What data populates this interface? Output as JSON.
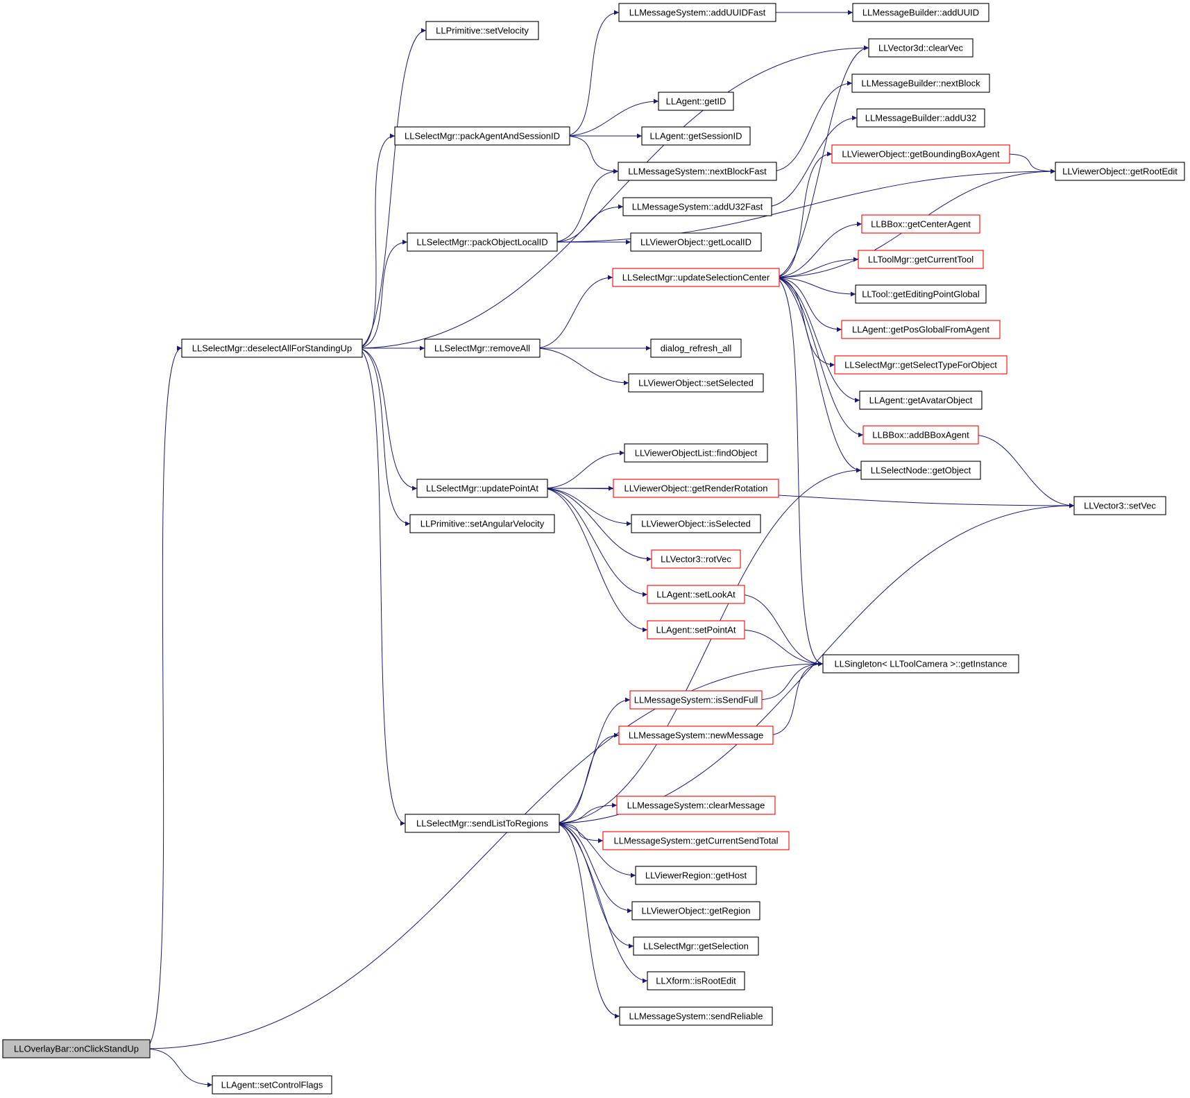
{
  "colors": {
    "edge": "#191970",
    "node_border": "#000000",
    "partial_border": "#ff0000",
    "root_fill": "#bfbfbf",
    "node_fill": "#ffffff"
  },
  "nodes": [
    {
      "id": "onClickStandUp",
      "label": "LLOverlayBar::onClickStandUp",
      "kind": "root"
    },
    {
      "id": "setControlFlags",
      "label": "LLAgent::setControlFlags",
      "kind": "normal"
    },
    {
      "id": "deselectAll",
      "label": "LLSelectMgr::deselectAllForStandingUp",
      "kind": "normal"
    },
    {
      "id": "setVelocity",
      "label": "LLPrimitive::setVelocity",
      "kind": "normal"
    },
    {
      "id": "packAgent",
      "label": "LLSelectMgr::packAgentAndSessionID",
      "kind": "normal"
    },
    {
      "id": "packObject",
      "label": "LLSelectMgr::packObjectLocalID",
      "kind": "normal"
    },
    {
      "id": "removeAll",
      "label": "LLSelectMgr::removeAll",
      "kind": "normal"
    },
    {
      "id": "updatePointAt",
      "label": "LLSelectMgr::updatePointAt",
      "kind": "normal"
    },
    {
      "id": "setAngularVelocity",
      "label": "LLPrimitive::setAngularVelocity",
      "kind": "normal"
    },
    {
      "id": "sendList",
      "label": "LLSelectMgr::sendListToRegions",
      "kind": "normal"
    },
    {
      "id": "addUUIDFast",
      "label": "LLMessageSystem::addUUIDFast",
      "kind": "normal"
    },
    {
      "id": "getID",
      "label": "LLAgent::getID",
      "kind": "normal"
    },
    {
      "id": "getSessionID",
      "label": "LLAgent::getSessionID",
      "kind": "normal"
    },
    {
      "id": "nextBlockFast",
      "label": "LLMessageSystem::nextBlockFast",
      "kind": "normal"
    },
    {
      "id": "addU32Fast",
      "label": "LLMessageSystem::addU32Fast",
      "kind": "normal"
    },
    {
      "id": "getLocalID",
      "label": "LLViewerObject::getLocalID",
      "kind": "normal"
    },
    {
      "id": "updateSelCenter",
      "label": "LLSelectMgr::updateSelectionCenter",
      "kind": "partial"
    },
    {
      "id": "dialogRefresh",
      "label": "dialog_refresh_all",
      "kind": "normal"
    },
    {
      "id": "setSelected",
      "label": "LLViewerObject::setSelected",
      "kind": "normal"
    },
    {
      "id": "findObject",
      "label": "LLViewerObjectList::findObject",
      "kind": "normal"
    },
    {
      "id": "getRenderRotation",
      "label": "LLViewerObject::getRenderRotation",
      "kind": "partial"
    },
    {
      "id": "isSelected",
      "label": "LLViewerObject::isSelected",
      "kind": "normal"
    },
    {
      "id": "rotVec",
      "label": "LLVector3::rotVec",
      "kind": "partial"
    },
    {
      "id": "setLookAt",
      "label": "LLAgent::setLookAt",
      "kind": "partial"
    },
    {
      "id": "setPointAt",
      "label": "LLAgent::setPointAt",
      "kind": "partial"
    },
    {
      "id": "isSendFull",
      "label": "LLMessageSystem::isSendFull",
      "kind": "partial"
    },
    {
      "id": "newMessage",
      "label": "LLMessageSystem::newMessage",
      "kind": "partial"
    },
    {
      "id": "clearMessage",
      "label": "LLMessageSystem::clearMessage",
      "kind": "partial"
    },
    {
      "id": "getCurrentSendTotal",
      "label": "LLMessageSystem::getCurrentSendTotal",
      "kind": "partial"
    },
    {
      "id": "getHost",
      "label": "LLViewerRegion::getHost",
      "kind": "normal"
    },
    {
      "id": "getRegion",
      "label": "LLViewerObject::getRegion",
      "kind": "normal"
    },
    {
      "id": "getSelection",
      "label": "LLSelectMgr::getSelection",
      "kind": "normal"
    },
    {
      "id": "isRootEdit",
      "label": "LLXform::isRootEdit",
      "kind": "normal"
    },
    {
      "id": "sendReliable",
      "label": "LLMessageSystem::sendReliable",
      "kind": "normal"
    },
    {
      "id": "mbAddUUID",
      "label": "LLMessageBuilder::addUUID",
      "kind": "normal"
    },
    {
      "id": "clearVec",
      "label": "LLVector3d::clearVec",
      "kind": "normal"
    },
    {
      "id": "mbNextBlock",
      "label": "LLMessageBuilder::nextBlock",
      "kind": "normal"
    },
    {
      "id": "mbAddU32",
      "label": "LLMessageBuilder::addU32",
      "kind": "normal"
    },
    {
      "id": "getBBoxAgent",
      "label": "LLViewerObject::getBoundingBoxAgent",
      "kind": "partial"
    },
    {
      "id": "getCenterAgent",
      "label": "LLBBox::getCenterAgent",
      "kind": "partial"
    },
    {
      "id": "getCurrentTool",
      "label": "LLToolMgr::getCurrentTool",
      "kind": "partial"
    },
    {
      "id": "getEditingPoint",
      "label": "LLTool::getEditingPointGlobal",
      "kind": "normal"
    },
    {
      "id": "getPosGlobal",
      "label": "LLAgent::getPosGlobalFromAgent",
      "kind": "partial"
    },
    {
      "id": "getSelectType",
      "label": "LLSelectMgr::getSelectTypeForObject",
      "kind": "partial"
    },
    {
      "id": "getAvatarObject",
      "label": "LLAgent::getAvatarObject",
      "kind": "normal"
    },
    {
      "id": "addBBoxAgent",
      "label": "LLBBox::addBBoxAgent",
      "kind": "partial"
    },
    {
      "id": "getObject",
      "label": "LLSelectNode::getObject",
      "kind": "normal"
    },
    {
      "id": "getInstance",
      "label": "LLSingleton< LLToolCamera >::getInstance",
      "kind": "normal"
    },
    {
      "id": "getRootEdit",
      "label": "LLViewerObject::getRootEdit",
      "kind": "normal"
    },
    {
      "id": "setVec",
      "label": "LLVector3::setVec",
      "kind": "normal"
    }
  ],
  "edges": [
    [
      "onClickStandUp",
      "deselectAll"
    ],
    [
      "onClickStandUp",
      "getInstance"
    ],
    [
      "onClickStandUp",
      "setControlFlags"
    ],
    [
      "deselectAll",
      "setVelocity"
    ],
    [
      "deselectAll",
      "clearVec"
    ],
    [
      "deselectAll",
      "packAgent"
    ],
    [
      "deselectAll",
      "packObject"
    ],
    [
      "deselectAll",
      "removeAll"
    ],
    [
      "deselectAll",
      "updatePointAt"
    ],
    [
      "deselectAll",
      "setAngularVelocity"
    ],
    [
      "deselectAll",
      "sendList"
    ],
    [
      "packAgent",
      "addUUIDFast"
    ],
    [
      "packAgent",
      "getID"
    ],
    [
      "packAgent",
      "getSessionID"
    ],
    [
      "packAgent",
      "nextBlockFast"
    ],
    [
      "packObject",
      "nextBlockFast"
    ],
    [
      "packObject",
      "addU32Fast"
    ],
    [
      "packObject",
      "getLocalID"
    ],
    [
      "packObject",
      "getRootEdit"
    ],
    [
      "removeAll",
      "updateSelCenter"
    ],
    [
      "removeAll",
      "dialogRefresh"
    ],
    [
      "removeAll",
      "setSelected"
    ],
    [
      "addUUIDFast",
      "mbAddUUID"
    ],
    [
      "nextBlockFast",
      "mbNextBlock"
    ],
    [
      "addU32Fast",
      "mbAddU32"
    ],
    [
      "updateSelCenter",
      "clearVec"
    ],
    [
      "updateSelCenter",
      "getBBoxAgent"
    ],
    [
      "updateSelCenter",
      "getRootEdit"
    ],
    [
      "updateSelCenter",
      "getCenterAgent"
    ],
    [
      "updateSelCenter",
      "getCurrentTool"
    ],
    [
      "updateSelCenter",
      "getEditingPoint"
    ],
    [
      "updateSelCenter",
      "getPosGlobal"
    ],
    [
      "updateSelCenter",
      "getSelectType"
    ],
    [
      "updateSelCenter",
      "getAvatarObject"
    ],
    [
      "updateSelCenter",
      "addBBoxAgent"
    ],
    [
      "updateSelCenter",
      "getObject"
    ],
    [
      "updateSelCenter",
      "getInstance"
    ],
    [
      "getBBoxAgent",
      "getRootEdit"
    ],
    [
      "addBBoxAgent",
      "setVec"
    ],
    [
      "updatePointAt",
      "setVec"
    ],
    [
      "updatePointAt",
      "findObject"
    ],
    [
      "updatePointAt",
      "getRenderRotation"
    ],
    [
      "updatePointAt",
      "isSelected"
    ],
    [
      "updatePointAt",
      "rotVec"
    ],
    [
      "updatePointAt",
      "setLookAt"
    ],
    [
      "updatePointAt",
      "setPointAt"
    ],
    [
      "setLookAt",
      "getInstance"
    ],
    [
      "setPointAt",
      "getInstance"
    ],
    [
      "sendList",
      "getObject"
    ],
    [
      "sendList",
      "isSendFull"
    ],
    [
      "sendList",
      "newMessage"
    ],
    [
      "sendList",
      "setVec"
    ],
    [
      "sendList",
      "clearMessage"
    ],
    [
      "sendList",
      "getCurrentSendTotal"
    ],
    [
      "sendList",
      "getHost"
    ],
    [
      "sendList",
      "getRegion"
    ],
    [
      "sendList",
      "getSelection"
    ],
    [
      "sendList",
      "isRootEdit"
    ],
    [
      "sendList",
      "sendReliable"
    ],
    [
      "isSendFull",
      "getInstance"
    ],
    [
      "newMessage",
      "getInstance"
    ]
  ]
}
